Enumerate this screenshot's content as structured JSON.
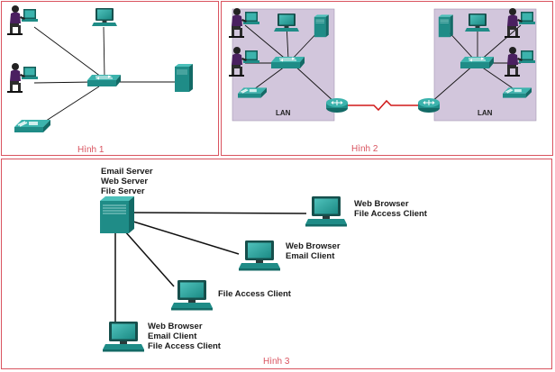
{
  "figure1": {
    "caption": "Hình 1"
  },
  "figure2": {
    "caption": "Hình 2",
    "lan_left": "LAN",
    "lan_right": "LAN"
  },
  "figure3": {
    "caption": "Hình 3",
    "server_label": [
      "Email Server",
      "Web Server",
      "File Server"
    ],
    "client_a": [
      "Web Browser",
      "File Access Client"
    ],
    "client_b": [
      "Web Browser",
      "Email Client"
    ],
    "client_c": [
      "File Access Client"
    ],
    "client_d": [
      "Web Browser",
      "Email Client",
      "File Access Client"
    ]
  },
  "colors": {
    "device": "#1f8c87",
    "device_dark": "#136a66",
    "lan_box": "#d2c6dc",
    "panel_border": "#d9535f",
    "wan_link": "#d01818"
  },
  "icons": [
    "user-workstation-icon",
    "pc-icon",
    "switch-icon",
    "server-icon",
    "ip-phone-icon",
    "router-icon"
  ]
}
